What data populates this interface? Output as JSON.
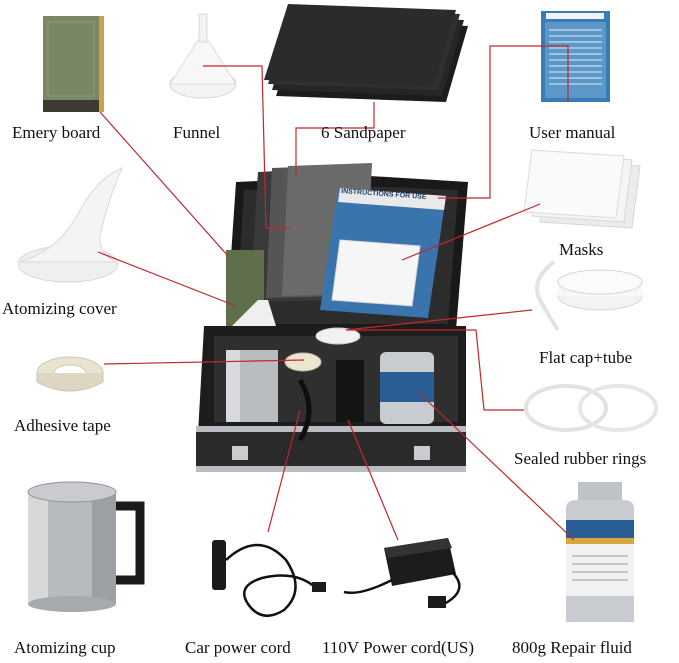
{
  "labels": {
    "emery_board": "Emery board",
    "funnel": "Funnel",
    "sandpaper": "6 Sandpaper",
    "user_manual": "User manual",
    "masks": "Masks",
    "atomizing_cover": "Atomizing cover",
    "flat_cap_tube": "Flat cap+tube",
    "adhesive_tape": "Adhesive tape",
    "sealed_rubber_rings": "Sealed rubber rings",
    "atomizing_cup": "Atomizing cup",
    "car_power_cord": "Car power cord",
    "power_cord_us": "110V Power cord(US)",
    "repair_fluid": "800g Repair fluid"
  },
  "manual_title": "INSTRUCTIONS FOR USE",
  "colors": {
    "leader_line": "#c0282d",
    "case_black": "#141414",
    "case_aluminum": "#b9bcc0",
    "emery_green": "#6d7a5a",
    "sandpaper": "#2a2a2a",
    "manual_blue": "#2f6fa8"
  }
}
